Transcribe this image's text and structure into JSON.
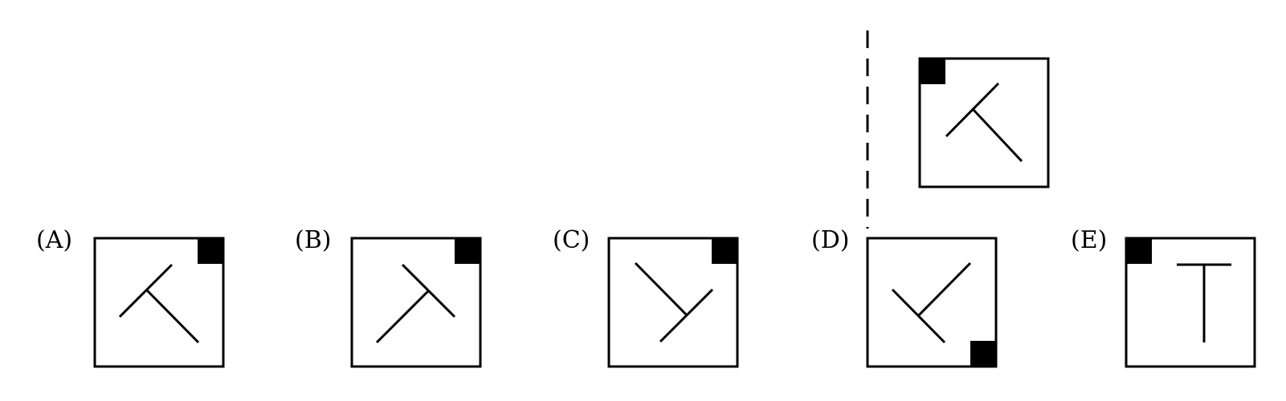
{
  "reference": {
    "corner_marker": "top-left",
    "figure_shape": "T-junction-diagonal"
  },
  "options": [
    {
      "id": "A",
      "label": "(A)",
      "corner_marker": "top-right",
      "figure_shape": "T-junction-diagonal"
    },
    {
      "id": "B",
      "label": "(B)",
      "corner_marker": "top-right",
      "figure_shape": "T-junction-diagonal"
    },
    {
      "id": "C",
      "label": "(C)",
      "corner_marker": "top-right",
      "figure_shape": "T-junction-diagonal"
    },
    {
      "id": "D",
      "label": "(D)",
      "corner_marker": "bottom-right",
      "figure_shape": "T-junction-diagonal"
    },
    {
      "id": "E",
      "label": "(E)",
      "corner_marker": "top-left",
      "figure_shape": "T-junction-upright"
    }
  ],
  "mirror_line": {
    "style": "dashed",
    "orientation": "vertical"
  },
  "colors": {
    "stroke": "#000000",
    "fill": "#000000",
    "background": "#ffffff"
  }
}
